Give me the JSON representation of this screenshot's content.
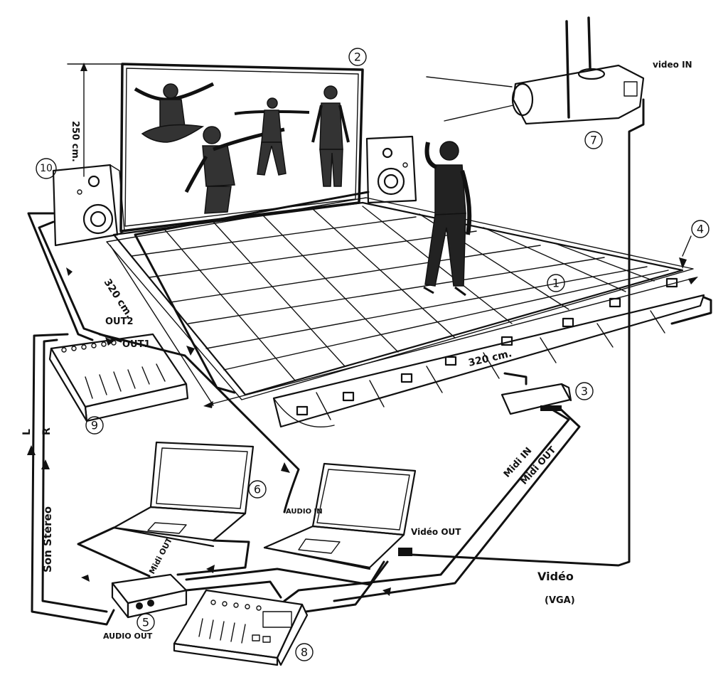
{
  "diagram": {
    "numbers": {
      "floor": "1",
      "screen": "2",
      "midi_interface": "3",
      "sensor": "4",
      "audio_interface": "5",
      "laptop": "6",
      "projector": "7",
      "controller": "8",
      "mixer": "9",
      "speaker": "10"
    },
    "labels": {
      "screen_height": "250 cm.",
      "floor_width": "320 cm.",
      "floor_depth": "320 cm.",
      "out1": "OUT1",
      "out2": "OUT2",
      "left": "L",
      "right": "R",
      "son_stereo": "Son Stéreo",
      "audio_in": "AUDIO IN",
      "audio_out": "AUDIO OUT",
      "midi_out": "Midi OUT",
      "midi_in_vertical": "Midi IN",
      "midi_out_vertical": "Midi OUT",
      "video_out": "Vidéo OUT",
      "video_in": "video IN",
      "video": "Vidéo",
      "vga": "(VGA)"
    }
  }
}
